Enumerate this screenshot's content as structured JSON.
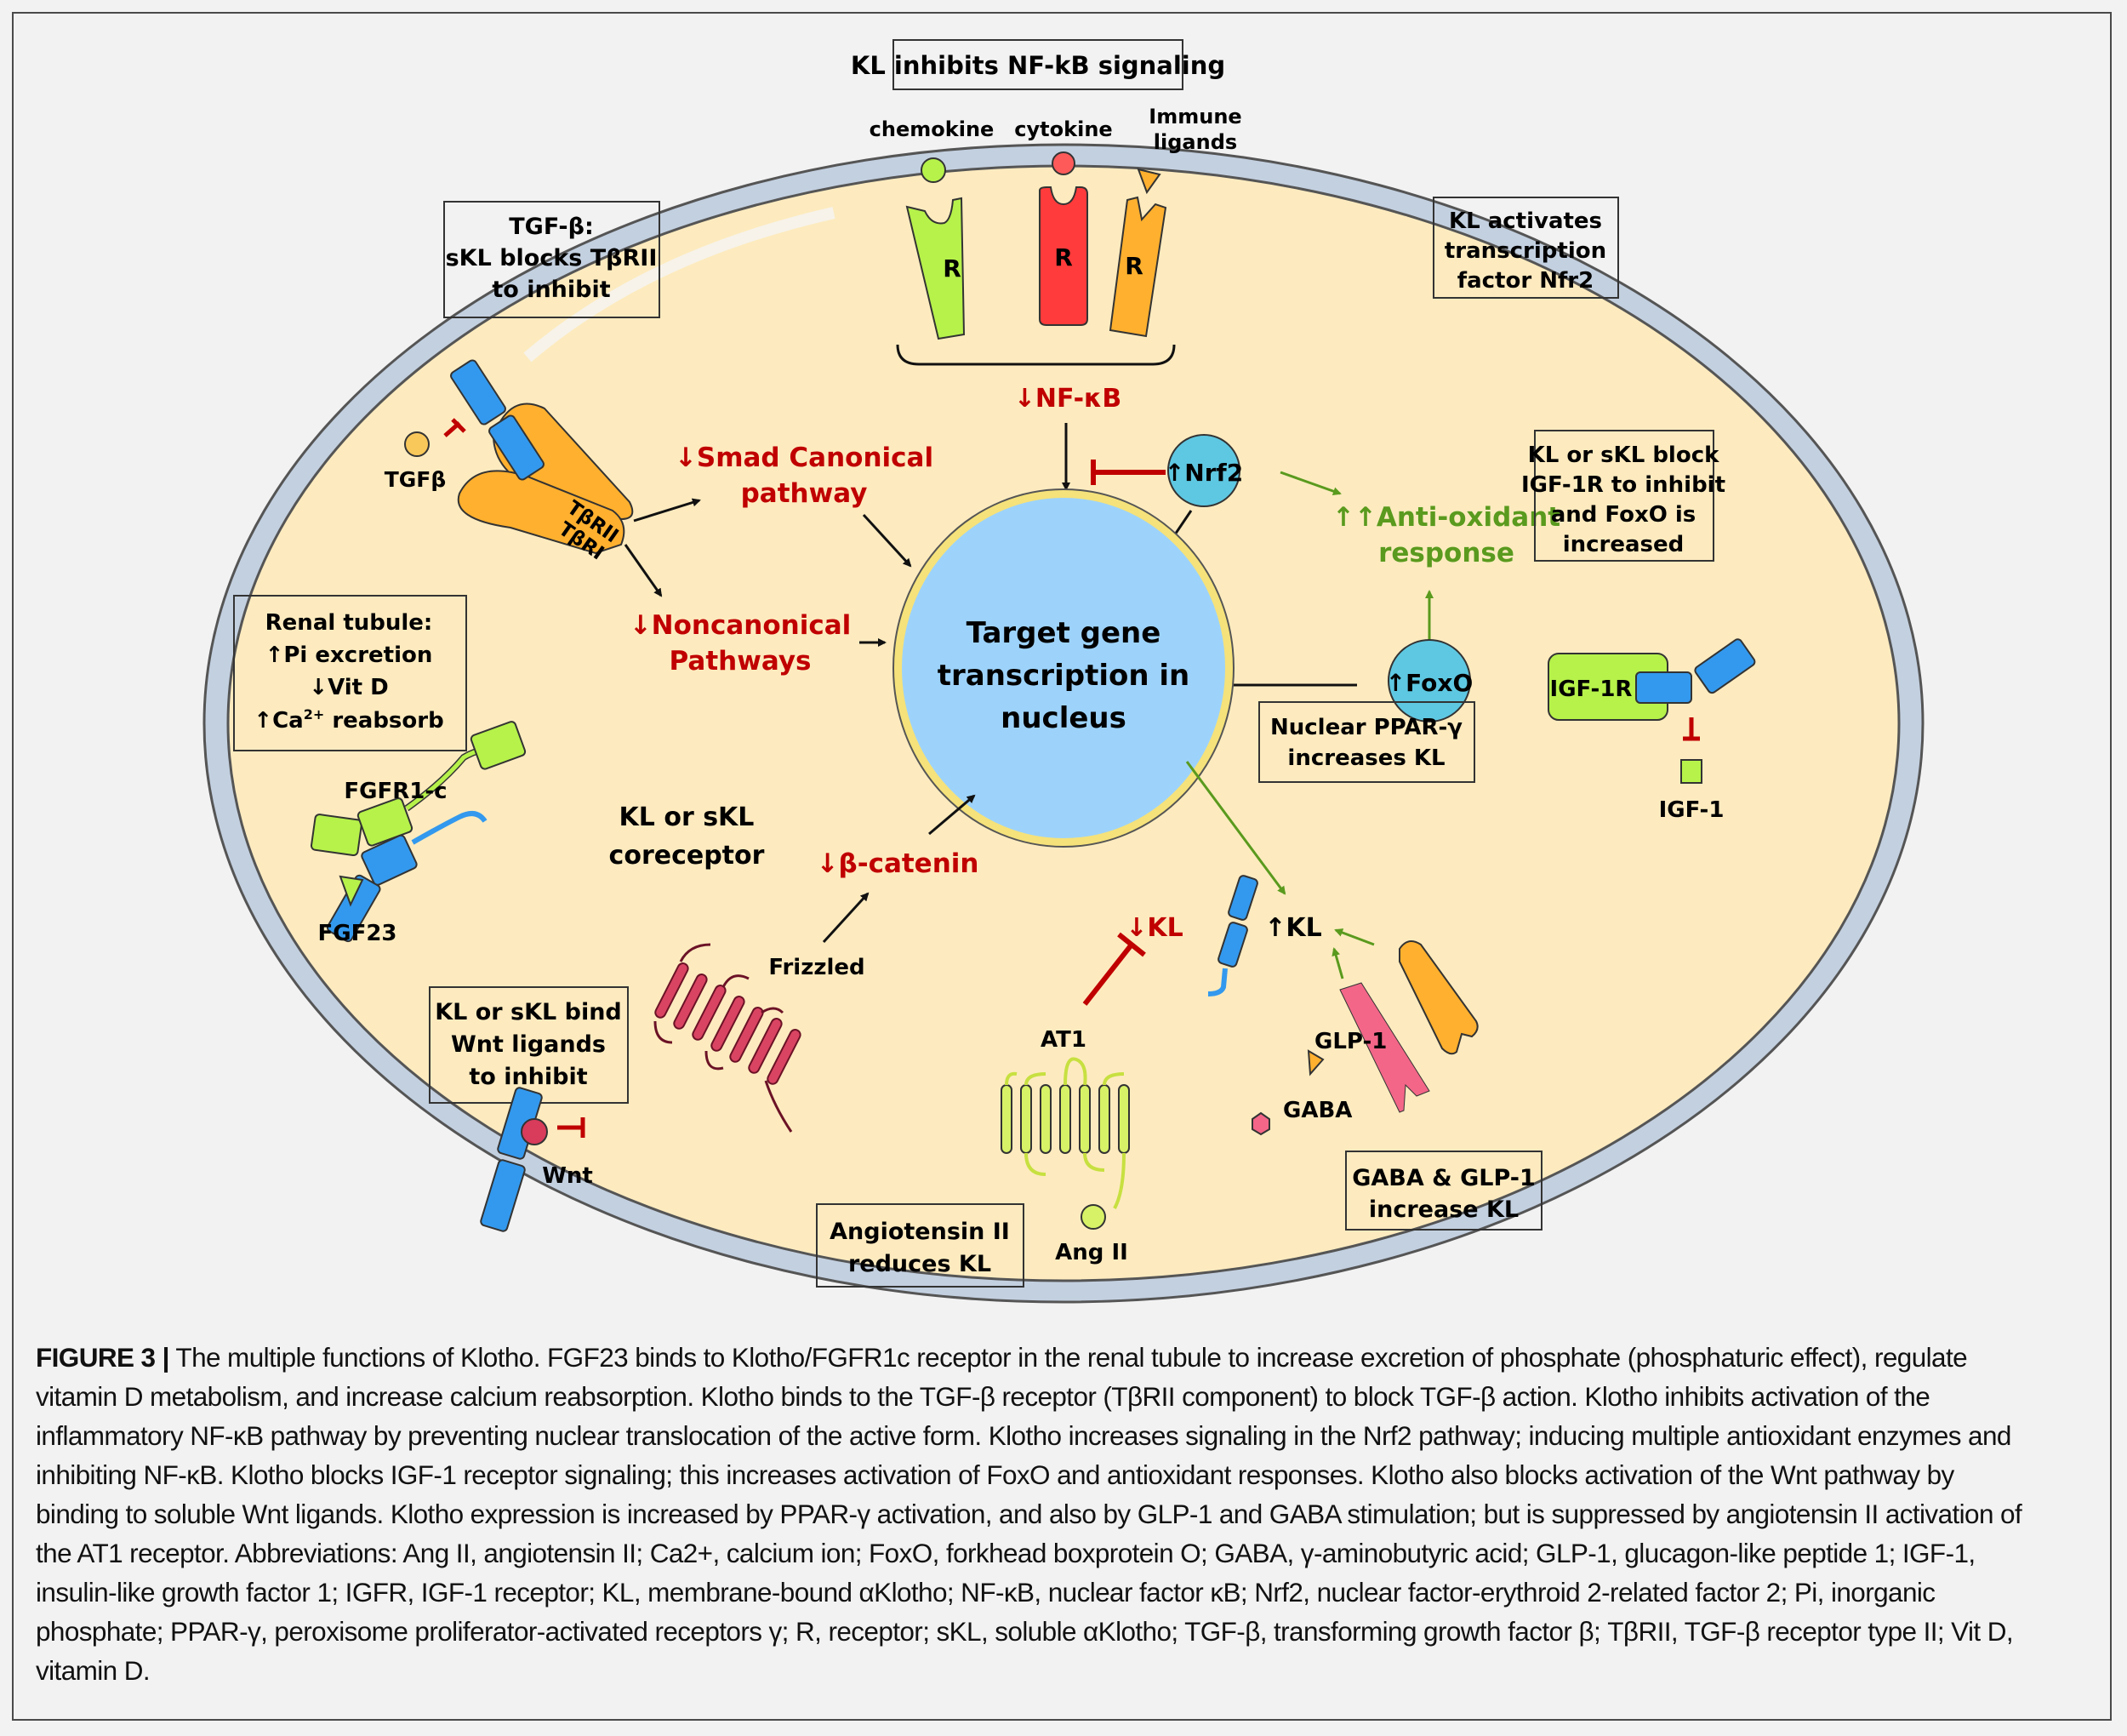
{
  "figure": {
    "boxes": {
      "nfkb_box": "KL inhibits NF-kB signaling",
      "tgf_box": [
        "TGF-β:",
        "sKL blocks TβRII",
        "to inhibit"
      ],
      "nrf2_box": [
        "KL activates",
        "transcription",
        "factor Nfr2"
      ],
      "igf_box": [
        "KL or sKL block",
        "IGF-1R to inhibit",
        "and FoxO is",
        "increased"
      ],
      "renal_box": [
        "Renal tubule:",
        "↑Pi excretion",
        "↓Vit D",
        "↑Ca",
        "2+",
        " reabsorb"
      ],
      "wnt_box": [
        "KL or sKL bind",
        "Wnt ligands",
        "to inhibit"
      ],
      "ang_box": [
        "Angiotensin II",
        "reduces KL"
      ],
      "ppar_box": [
        "Nuclear PPAR-γ",
        "increases KL"
      ],
      "gaba_box": [
        "GABA & GLP-1",
        "increase KL"
      ]
    },
    "ligands": {
      "chemokine": "chemokine",
      "cytokine": "cytokine",
      "immune": [
        "Immune",
        "ligands"
      ],
      "receptor_letter": "R",
      "tgfb": "TGFβ",
      "tbrii": "TβRII",
      "tbri": "TβRI",
      "fgfr": "FGFR1-c",
      "fgf23": "FGF23",
      "wnt": "Wnt",
      "frizzled": "Frizzled",
      "at1": "AT1",
      "angii": "Ang II",
      "gaba": "GABA",
      "glp1": "GLP-1",
      "igf1r": "IGF-1R",
      "igf1": "IGF-1"
    },
    "inside": {
      "nfkb": "↓NF-κB",
      "smad": [
        "↓Smad Canonical",
        "pathway"
      ],
      "noncanonical": [
        "↓Noncanonical",
        "Pathways"
      ],
      "nrf2": "↑Nrf2",
      "antioxidant": [
        "↑↑Anti-oxidant",
        "response"
      ],
      "foxo": "↑FoxO",
      "nucleus": [
        "Target gene",
        "transcription in",
        "nucleus"
      ],
      "coreceptor": [
        "KL or sKL",
        "coreceptor"
      ],
      "bcatenin": "↓β-catenin",
      "kl_down": "↓KL",
      "kl_up": "↑KL"
    },
    "colors": {
      "cytoplasm": "#fdebbf",
      "membrane": "#c3d0e0",
      "nucleus": "#9dd3fb",
      "down_red": "#c00000",
      "up_green": "#5a9a1e",
      "klotho_blue": "#3399ee",
      "green_receptor": "#b6f24a",
      "red_receptor": "#ff3b3b",
      "orange_receptor": "#ffb02e",
      "teal_node": "#5ec8e2",
      "frizzled": "#d94462",
      "gaba_receptor": "#f36688"
    }
  },
  "caption": {
    "label": "FIGURE 3 |",
    "text": " The multiple functions of Klotho. FGF23 binds to Klotho/FGFR1c receptor in the renal tubule to increase excretion of phosphate (phosphaturic effect), regulate vitamin D metabolism, and increase calcium reabsorption. Klotho binds to the TGF-β receptor (TβRII component) to block TGF-β action. Klotho inhibits activation of the inflammatory NF-κB pathway by preventing nuclear translocation of the active form. Klotho increases signaling in the Nrf2 pathway; inducing multiple antioxidant enzymes and inhibiting NF-κB. Klotho blocks IGF-1 receptor signaling; this increases activation of FoxO and antioxidant responses. Klotho also blocks activation of the Wnt pathway by binding to soluble Wnt ligands. Klotho expression is increased by PPAR-γ activation, and also by GLP-1 and GABA stimulation; but is suppressed by angiotensin II activation of the AT1 receptor. Abbreviations: Ang II, angiotensin II; Ca2+, calcium ion; FoxO, forkhead boxprotein O; GABA, γ-aminobutyric acid; GLP-1, glucagon-like peptide 1; IGF-1, insulin-like growth factor 1; IGFR, IGF-1 receptor; KL, membrane-bound αKlotho; NF-κB, nuclear factor κB; Nrf2, nuclear factor-erythroid 2-related factor 2; Pi, inorganic phosphate; PPAR-γ, peroxisome proliferator-activated receptors γ; R, receptor; sKL, soluble αKlotho; TGF-β, transforming growth factor β; TβRII, TGF-β receptor type II; Vit D, vitamin D."
  }
}
